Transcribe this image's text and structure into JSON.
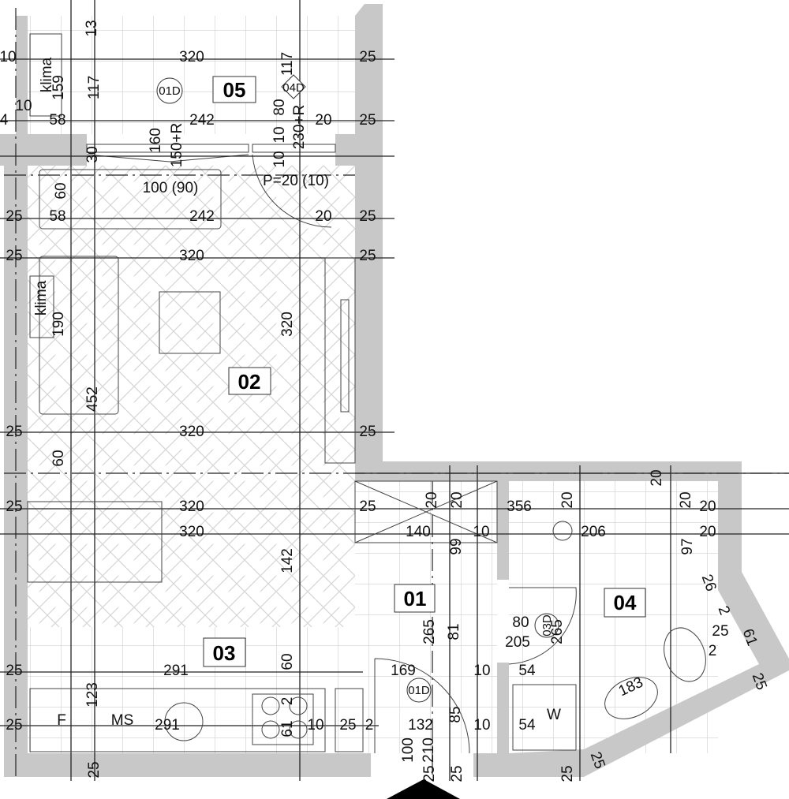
{
  "rooms": {
    "r05": "05",
    "r02": "02",
    "r01": "01",
    "r03": "03",
    "r04": "04"
  },
  "door_tags": {
    "d01_top": "01D",
    "d04": "04D",
    "d03": "03D",
    "d01_entry": "01D"
  },
  "furniture_labels": {
    "klima_top": "klima",
    "klima_living": "klima",
    "fridge": "F",
    "dishwasher": "MS",
    "washer": "W"
  },
  "dims": [
    "13",
    "10",
    "320",
    "117",
    "25",
    "159",
    "117",
    "10",
    "4",
    "58",
    "242",
    "80",
    "20",
    "25",
    "160",
    "150+R",
    "10",
    "230+R",
    "30",
    "10",
    "P=20 (10)",
    "100 (90)",
    "60",
    "25",
    "58",
    "242",
    "20",
    "25",
    "25",
    "320",
    "25",
    "190",
    "320",
    "452",
    "25",
    "320",
    "25",
    "60",
    "25",
    "320",
    "320",
    "142",
    "291",
    "60",
    "25",
    "123",
    "25",
    "291",
    "2",
    "61",
    "10",
    "25",
    "2",
    "25",
    "20",
    "20",
    "356",
    "20",
    "20",
    "20",
    "20",
    "140",
    "10",
    "206",
    "20",
    "99",
    "97",
    "26",
    "2",
    "25",
    "61",
    "2",
    "80",
    "205",
    "265",
    "81",
    "265",
    "169",
    "10",
    "54",
    "183",
    "25",
    "132",
    "85",
    "10",
    "54",
    "100",
    "210",
    "25",
    "25",
    "25",
    "25",
    "25"
  ]
}
